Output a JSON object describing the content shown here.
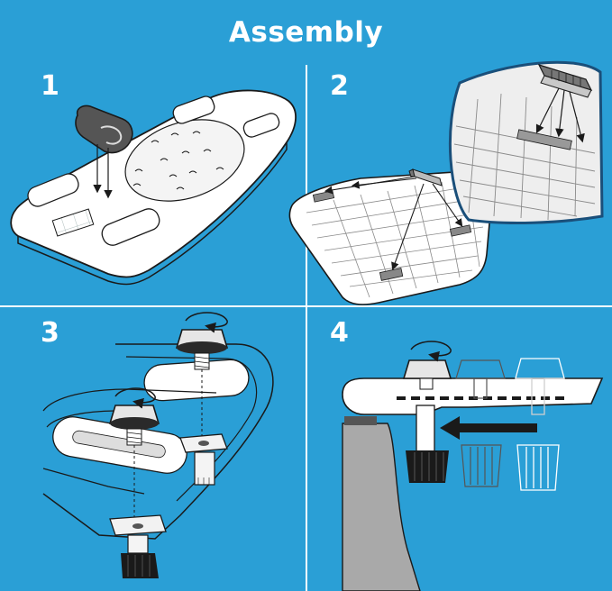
{
  "title": "Assembly",
  "steps": [
    {
      "number": "1"
    },
    {
      "number": "2"
    },
    {
      "number": "3"
    },
    {
      "number": "4"
    }
  ],
  "colors": {
    "background": "#2a9fd6",
    "divider": "#ffffff",
    "outline": "#1a1a1a",
    "part_dark": "#555555",
    "stand_gray": "#a9a9a9"
  },
  "icons": [
    "rotate-arrow-icon",
    "slide-arrow-icon",
    "screw-knob-icon",
    "clip-icon"
  ]
}
